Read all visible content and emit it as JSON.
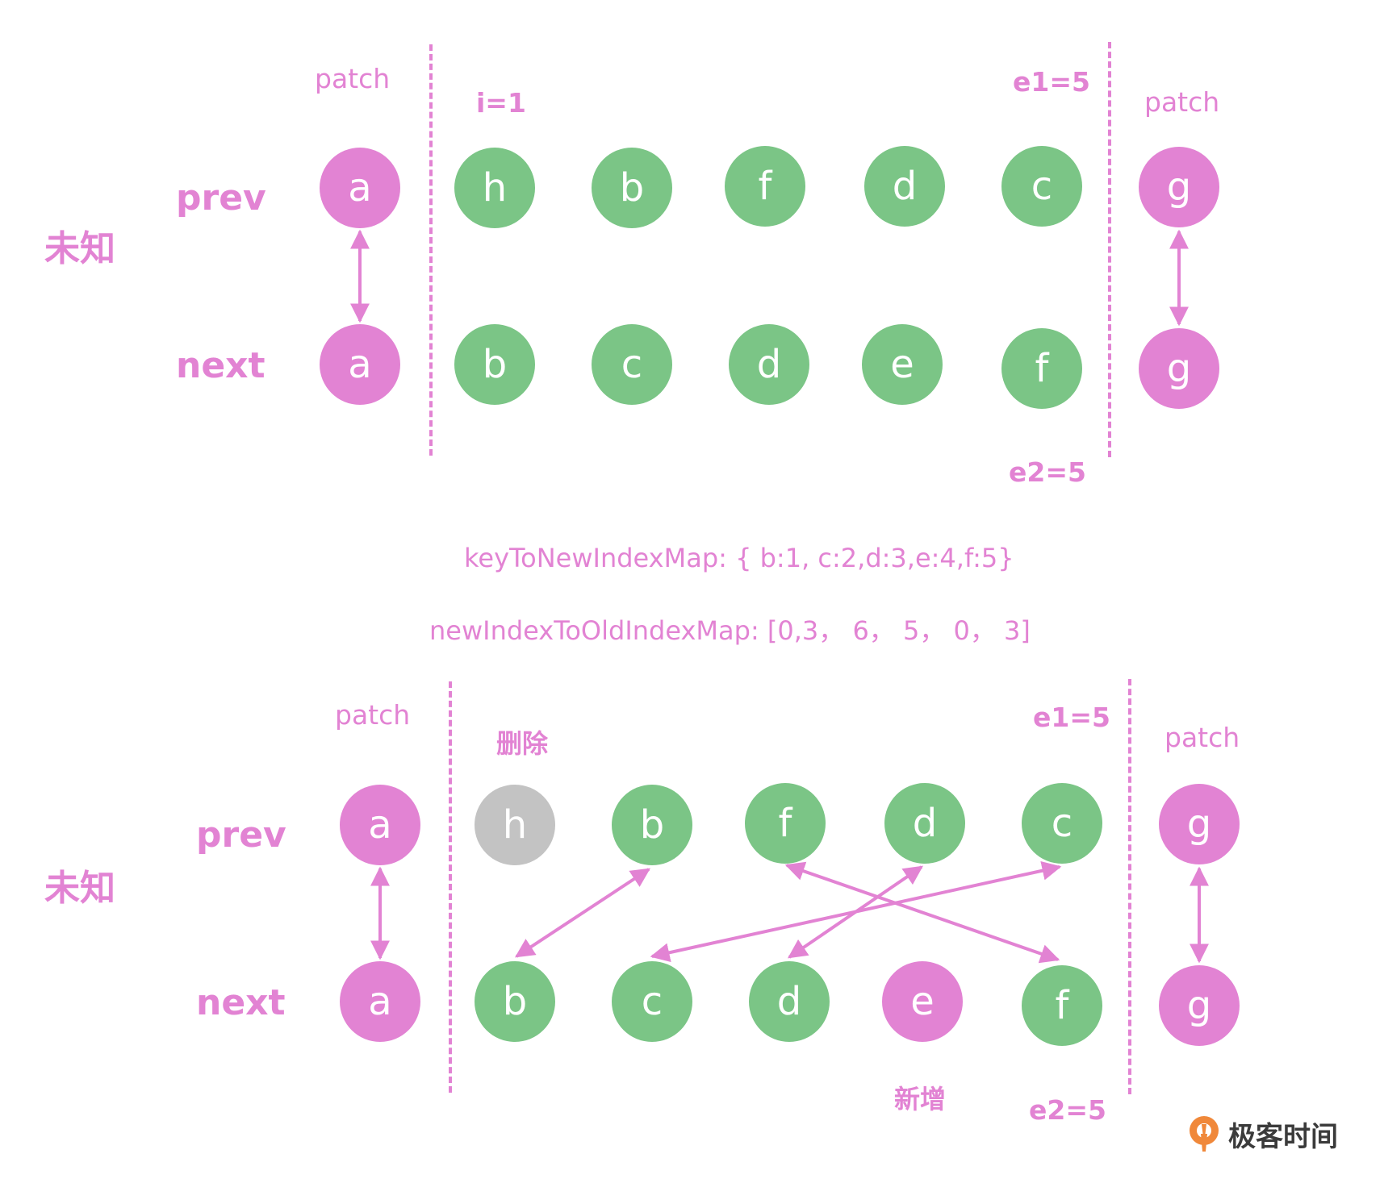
{
  "diagrams": [
    {
      "side_label": "未知",
      "prev_label": "prev",
      "next_label": "next",
      "left_patch": "patch",
      "right_patch": "patch",
      "start_marker": "i=1",
      "e1_marker": "e1=5",
      "e2_marker": "e2=5",
      "prev_nodes": [
        {
          "key": "a",
          "color": "pink"
        },
        {
          "key": "h",
          "color": "green"
        },
        {
          "key": "b",
          "color": "green"
        },
        {
          "key": "f",
          "color": "green"
        },
        {
          "key": "d",
          "color": "green"
        },
        {
          "key": "c",
          "color": "green"
        },
        {
          "key": "g",
          "color": "pink"
        }
      ],
      "next_nodes": [
        {
          "key": "a",
          "color": "pink"
        },
        {
          "key": "b",
          "color": "green"
        },
        {
          "key": "c",
          "color": "green"
        },
        {
          "key": "d",
          "color": "green"
        },
        {
          "key": "e",
          "color": "green"
        },
        {
          "key": "f",
          "color": "green"
        },
        {
          "key": "g",
          "color": "pink"
        }
      ]
    },
    {
      "side_label": "未知",
      "prev_label": "prev",
      "next_label": "next",
      "left_patch": "patch",
      "right_patch": "patch",
      "start_marker": "删除",
      "e1_marker": "e1=5",
      "e2_marker": "e2=5",
      "added_label": "新增",
      "prev_nodes": [
        {
          "key": "a",
          "color": "pink"
        },
        {
          "key": "h",
          "color": "gray"
        },
        {
          "key": "b",
          "color": "green"
        },
        {
          "key": "f",
          "color": "green"
        },
        {
          "key": "d",
          "color": "green"
        },
        {
          "key": "c",
          "color": "green"
        },
        {
          "key": "g",
          "color": "pink"
        }
      ],
      "next_nodes": [
        {
          "key": "a",
          "color": "pink"
        },
        {
          "key": "b",
          "color": "green"
        },
        {
          "key": "c",
          "color": "green"
        },
        {
          "key": "d",
          "color": "green"
        },
        {
          "key": "e",
          "color": "pink"
        },
        {
          "key": "f",
          "color": "green"
        },
        {
          "key": "g",
          "color": "pink"
        }
      ]
    }
  ],
  "key_to_new_index_map": "keyToNewIndexMap: { b:1, c:2,d:3,e:4,f:5}",
  "new_index_to_old_index_map": "newIndexToOldIndexMap: [0,3， 6， 5， 0， 3]",
  "colors": {
    "pink": "#e283d3",
    "green": "#7bc586",
    "gray": "#c3c3c3"
  },
  "logo": {
    "text": "极客时间",
    "icon": "geektime-logo-icon"
  }
}
